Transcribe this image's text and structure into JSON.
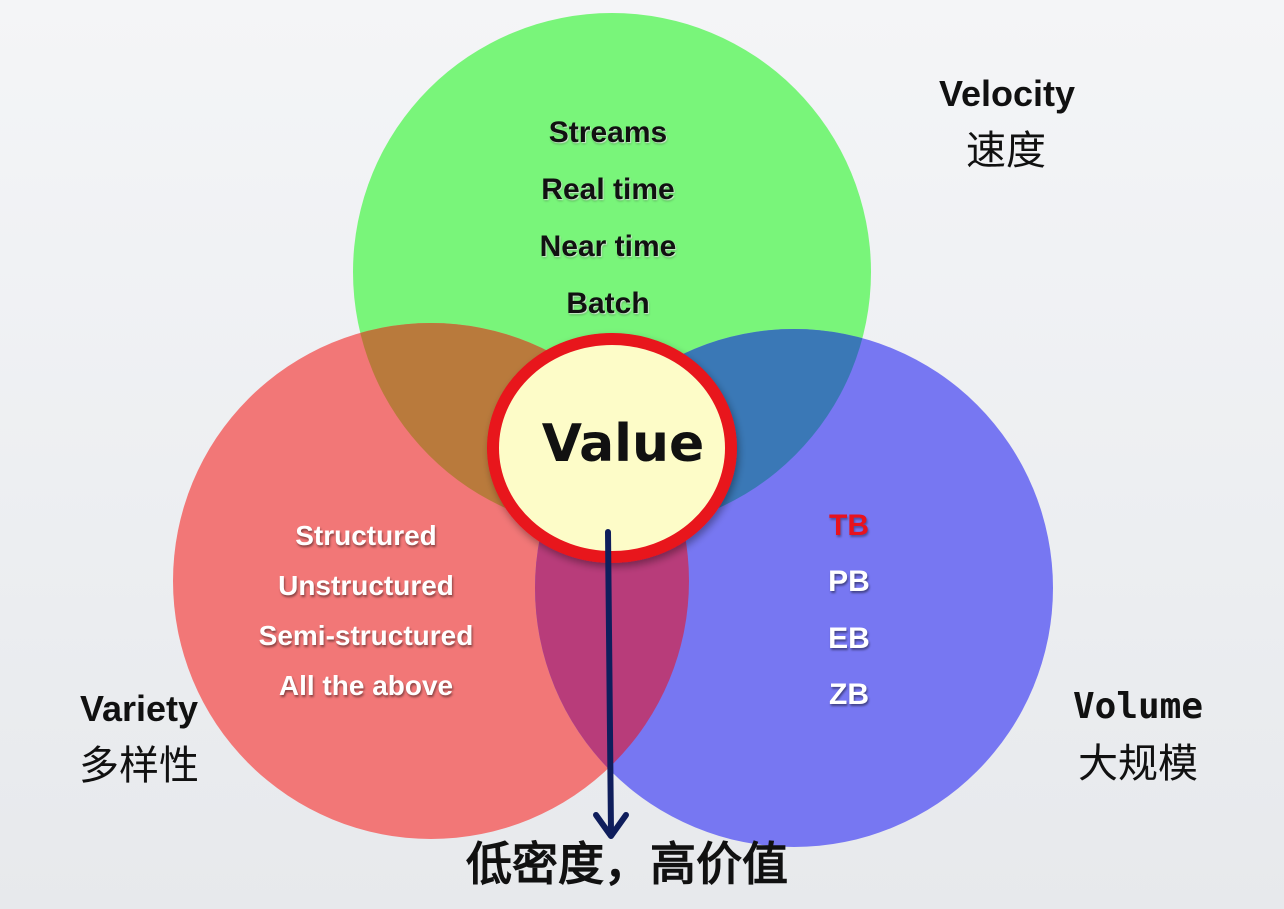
{
  "velocity": {
    "name_en": "Velocity",
    "name_cn": "速度",
    "items": [
      "Streams",
      "Real time",
      "Near time",
      "Batch"
    ],
    "color": "#79f57a"
  },
  "variety": {
    "name_en": "Variety",
    "name_cn": "多样性",
    "items": [
      "Structured",
      "Unstructured",
      "Semi-structured",
      "All the above"
    ],
    "color": "#f27777"
  },
  "volume": {
    "name_en": "Volume",
    "name_cn": "大规模",
    "items": [
      "TB",
      "PB",
      "EB",
      "ZB"
    ],
    "highlight_color": "#e8121e",
    "color": "#7777f2"
  },
  "center": {
    "label": "Value",
    "fill": "#fdfcc8",
    "ring": "#e8121e"
  },
  "caption": "低密度，高价值",
  "arrow_color": "#0f1e5c"
}
